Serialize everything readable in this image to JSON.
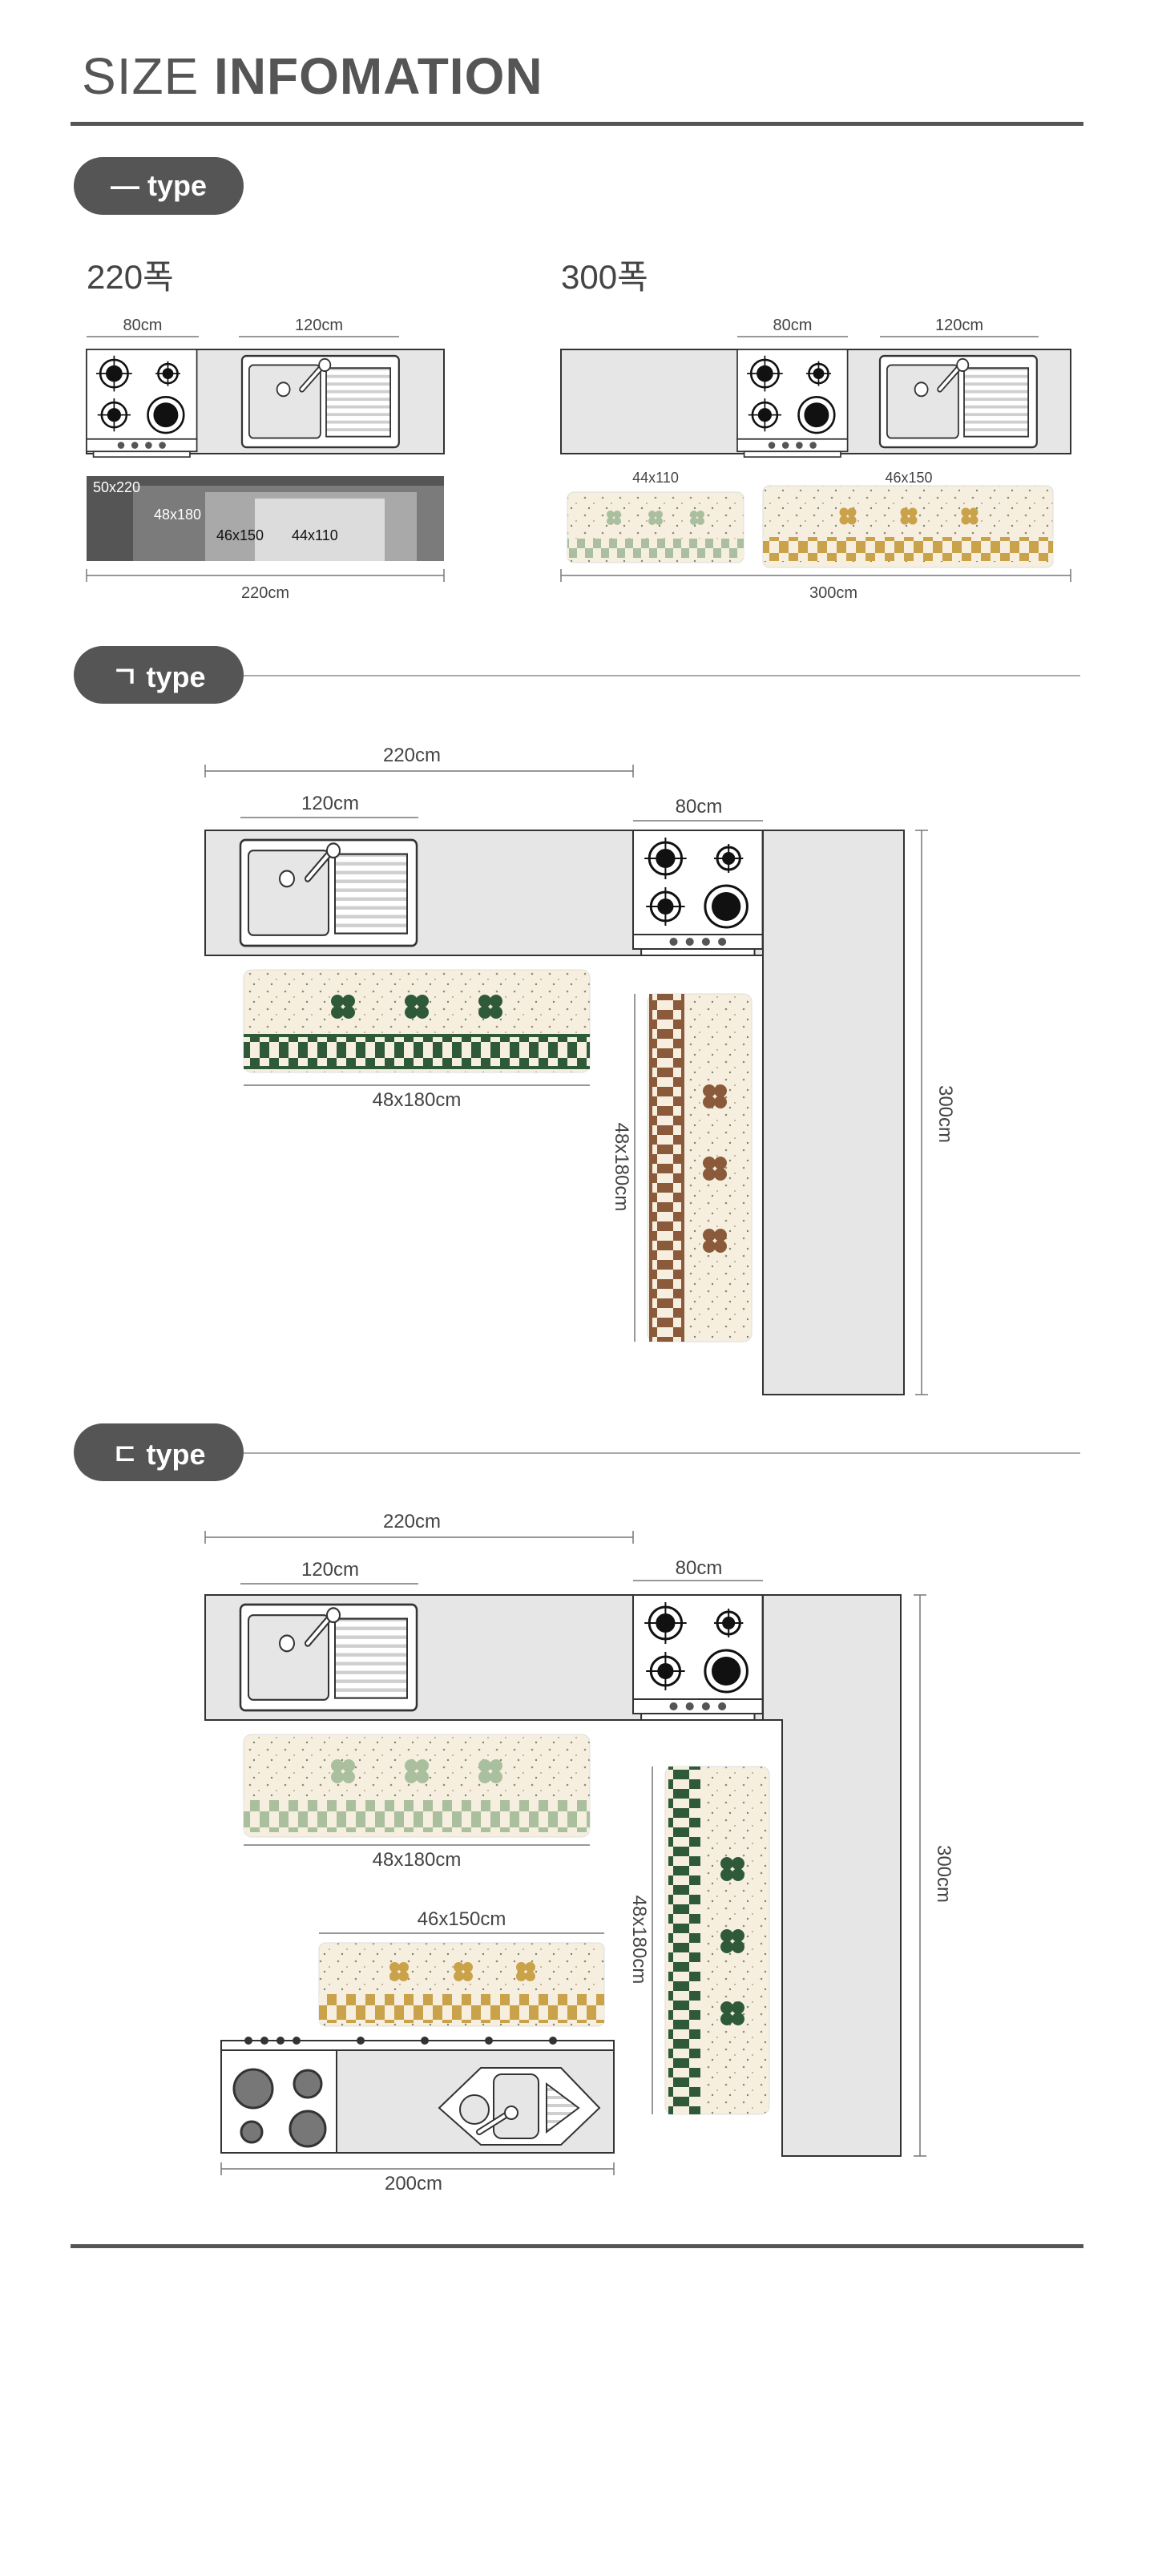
{
  "header": {
    "title_light": "SIZE ",
    "title_bold": "INFOMATION"
  },
  "sections": {
    "straight": {
      "label": "— type",
      "w220": {
        "title": "220폭",
        "stove": "80cm",
        "sink": "120cm",
        "total": "220cm",
        "mats": [
          "50x220",
          "48x180",
          "46x150",
          "44x110"
        ]
      },
      "w300": {
        "title": "300폭",
        "stove": "80cm",
        "sink": "120cm",
        "total": "300cm",
        "mat_small": "44x110",
        "mat_large": "46x150"
      }
    },
    "l_type": {
      "label": "ㄱ type",
      "top_total": "220cm",
      "sink": "120cm",
      "stove": "80cm",
      "mat_h": "48x180cm",
      "mat_v": "48x180cm",
      "side": "300cm"
    },
    "u_type": {
      "label": "ㄷ type",
      "top_total": "220cm",
      "sink": "120cm",
      "stove": "80cm",
      "mat_h": "48x180cm",
      "mat_v": "48x180cm",
      "side": "300cm",
      "mat_small": "46x150cm",
      "bottom": "200cm"
    }
  },
  "colors": {
    "dark": "#555555",
    "counter": "#e6e6e6",
    "green": "#2f5a3a",
    "sage": "#a9bf9e",
    "brown": "#8a5a3a",
    "mustard": "#c9a24a",
    "mat_bg": "#f6efdf"
  }
}
